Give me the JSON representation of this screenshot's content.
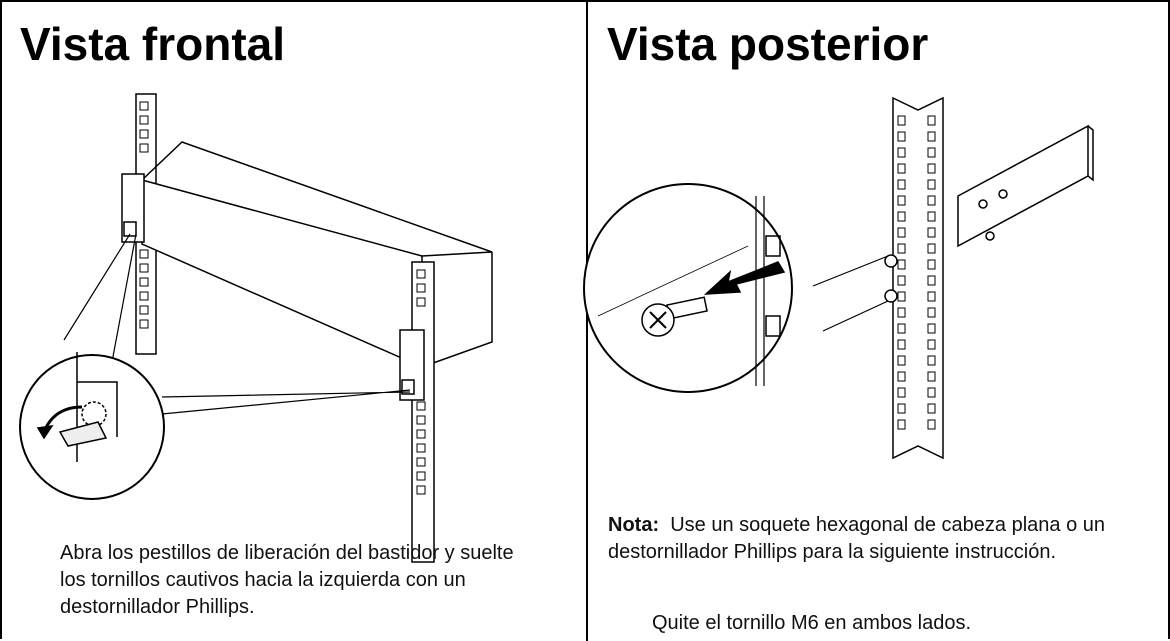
{
  "left_panel": {
    "title": "Vista frontal",
    "instruction": "Abra los pestillos de liberación del bastidor y suelte los tornillos cautivos hacia la izquierda con un destornillador Phillips."
  },
  "right_panel": {
    "title": "Vista posterior",
    "note_label": "Nota:",
    "note_text": "Use un soquete hexagonal de cabeza plana o un destornillador Phillips para la siguiente instrucción.",
    "step": "Quite el tornillo M6 en ambos lados."
  }
}
